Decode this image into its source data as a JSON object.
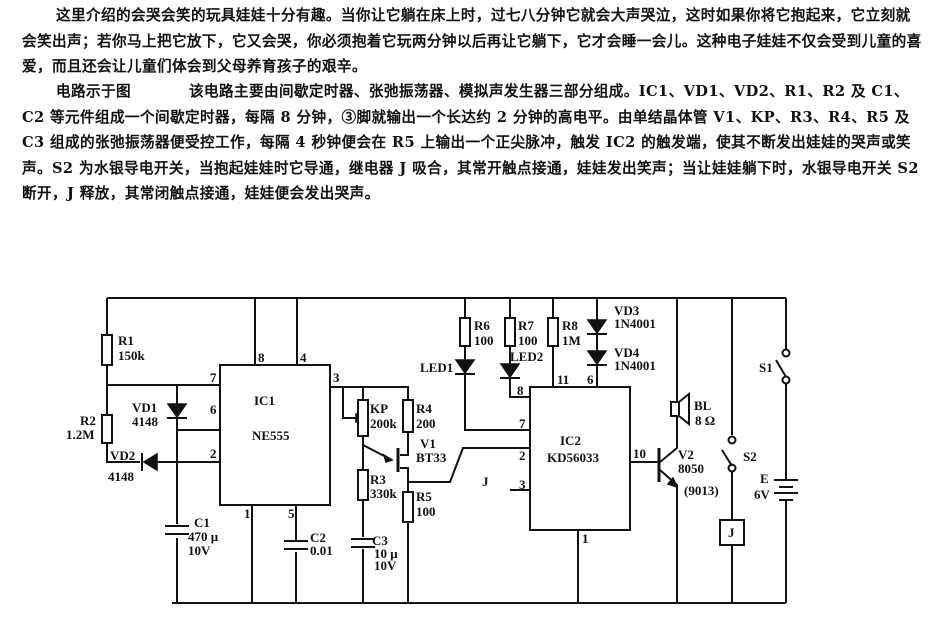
{
  "text": {
    "para1": "这里介绍的会哭会笑的玩具娃娃十分有趣。当你让它躺在床上时，过七八分钟它就会大声哭泣，这时如果你将它抱起来，它立刻就会笑出声；若你马上把它放下，它又会哭，你必须抱着它玩两分钟以后再让它躺下，它才会睡一会儿。这种电子娃娃不仅会受到儿童的喜爱，而且还会让儿童们体会到父母养育孩子的艰辛。",
    "para2_a": "电路示于图",
    "para2_b": "该电路主要由间歇定时器、张弛振荡器、模拟声发生器三部分组成。IC1、VD1、VD2、R1、R2 及 C1、C2 等元件组成一个间歇定时器，每隔 8 分钟，③脚就输出一个长达约 2 分钟的高电平。由单结晶体管 V1、KP、R3、R4、R5 及 C3 组成的张弛振荡器便受控工作，每隔 4 秒钟便会在 R5 上输出一个正尖脉冲，触发 IC2 的触发端，使其不断发出娃娃的哭声或笑声。S2 为水银导电开关，当抱起娃娃时它导通，继电器 J 吸合，其常开触点接通，娃娃发出笑声；当让娃娃躺下时，水银导电开关 S2 断开，J 释放，其常闭触点接通，娃娃便会发出哭声。"
  },
  "circuit": {
    "r1": "R1",
    "r1v": "150k",
    "r2": "R2",
    "r2v": "1.2M",
    "vd1": "VD1",
    "vd1v": "4148",
    "vd2": "VD2",
    "vd2v": "4148",
    "c1": "C1",
    "c1v": "470 μ",
    "c1v2": "10V",
    "c2": "C2",
    "c2v": "0.01",
    "ic1": "IC1",
    "ic1v": "NE555",
    "ic1_pins": {
      "p8": "8",
      "p4": "4",
      "p7": "7",
      "p6": "6",
      "p2": "2",
      "p3": "3",
      "p1": "1",
      "p5": "5"
    },
    "kp": "KP",
    "kpv": "200k",
    "r4": "R4",
    "r4v": "200",
    "v1": "V1",
    "v1v": "BT33",
    "r3": "R3",
    "r3v": "330k",
    "r5": "R5",
    "r5v": "100",
    "c3": "C3",
    "c3v": "10 μ",
    "c3v2": "10V",
    "j": "J",
    "r6": "R6",
    "r6v": "100",
    "r7": "R7",
    "r7v": "100",
    "r8": "R8",
    "r8v": "1M",
    "led1": "LED1",
    "led2": "LED2",
    "vd3": "VD3",
    "vd3v": "1N4001",
    "vd4": "VD4",
    "vd4v": "1N4001",
    "ic2": "IC2",
    "ic2v": "KD56033",
    "ic2_pins": {
      "p8": "8",
      "p11": "11",
      "p6": "6",
      "p7": "7",
      "p2": "2",
      "p3": "3",
      "p10": "10",
      "p1": "1"
    },
    "bl": "BL",
    "blv": "8 Ω",
    "v2": "V2",
    "v2v": "8050",
    "v2v2": "(9013)",
    "s1": "S1",
    "s2": "S2",
    "e": "E",
    "ev": "6V",
    "relay": "J"
  }
}
